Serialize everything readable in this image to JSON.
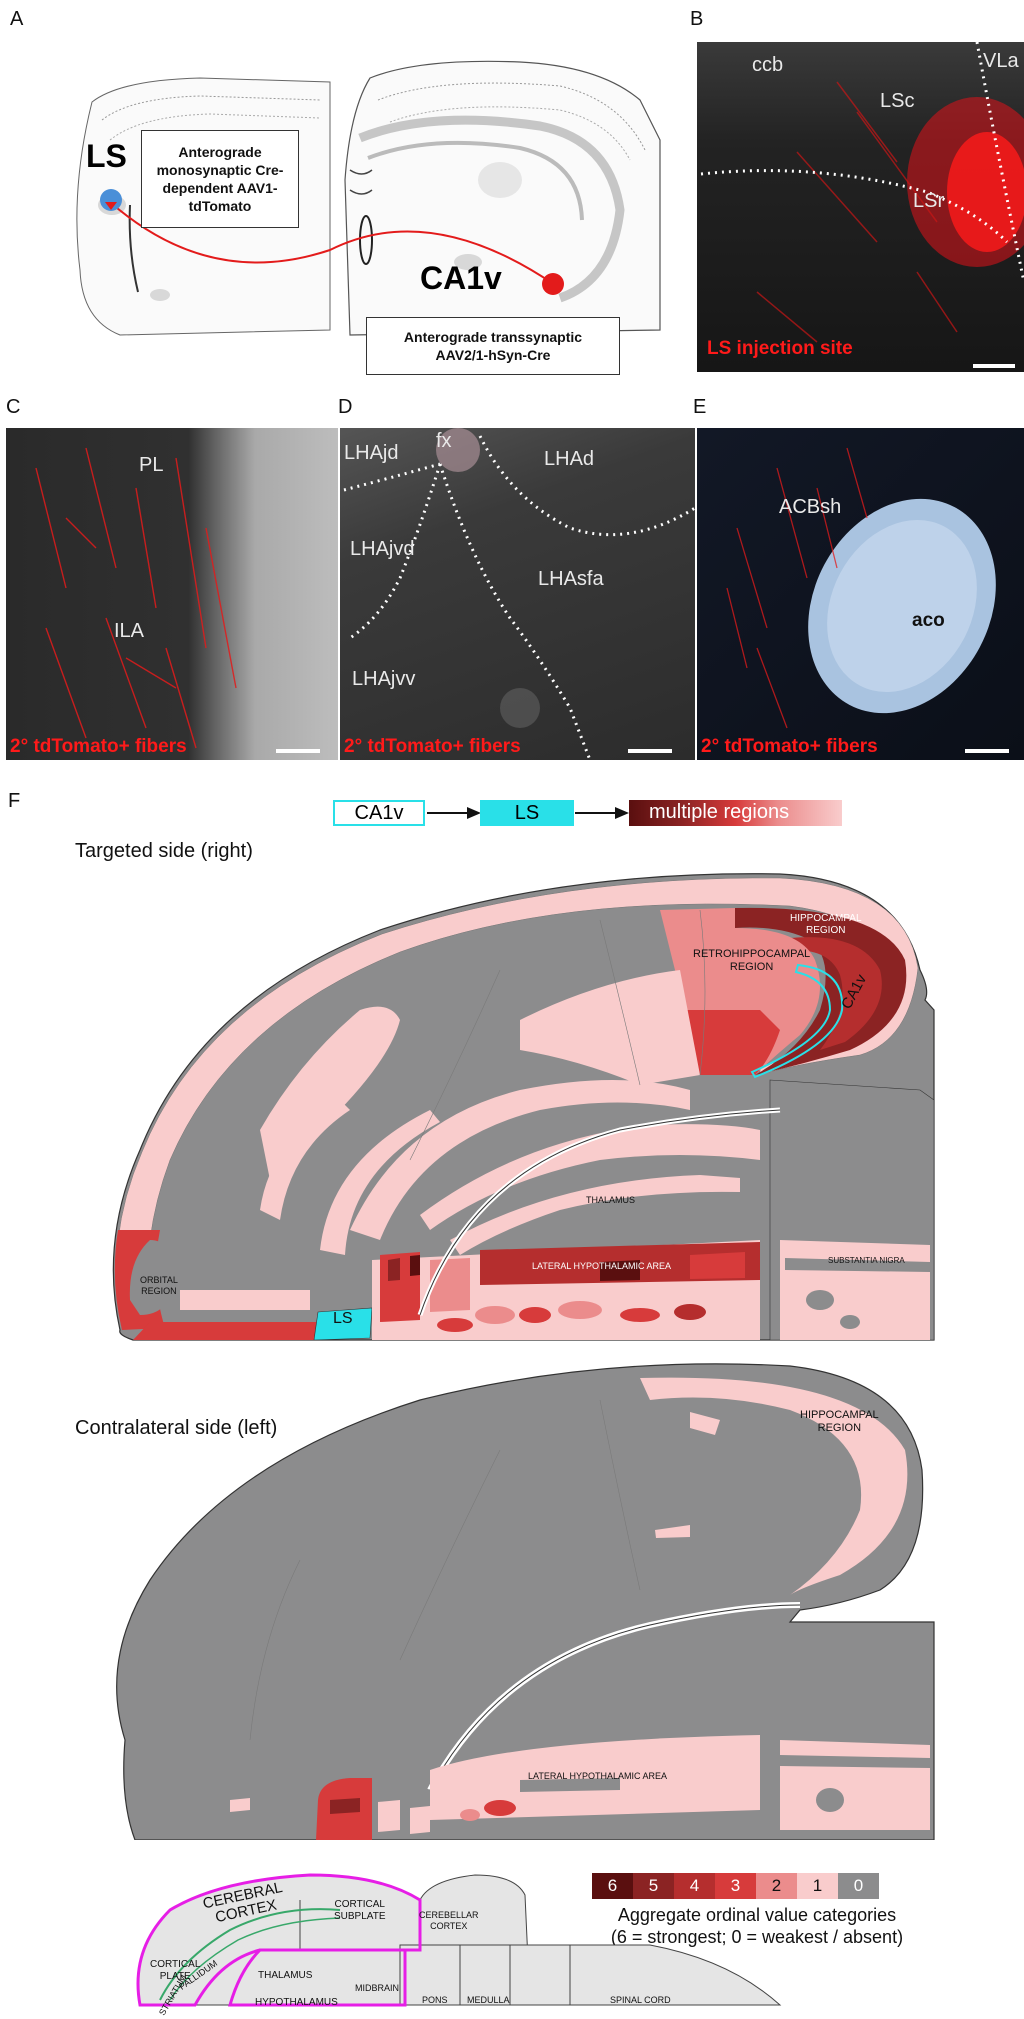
{
  "panels": {
    "a": "A",
    "b": "B",
    "c": "C",
    "d": "D",
    "e": "E",
    "f": "F"
  },
  "panel_a": {
    "ls_label": "LS",
    "ca1v_label": "CA1v",
    "box_ls_lines": [
      "Anterograde",
      "monosynaptic Cre-",
      "dependent AAV1-",
      "tdTomato"
    ],
    "box_ca1v_lines": [
      "Anterograde transsynaptic",
      "AAV2/1-hSyn-Cre"
    ],
    "colors": {
      "injection_ls": "#4a8fd8",
      "injection_ca1v": "#e31b1b",
      "path": "#e31b1b"
    }
  },
  "panel_b": {
    "labels": [
      "ccb",
      "VLa",
      "LSc",
      "LSr"
    ],
    "caption": "LS injection site"
  },
  "panel_c": {
    "labels": [
      "PL",
      "ILA"
    ],
    "caption": "2° tdTomato+ fibers"
  },
  "panel_d": {
    "labels": [
      "fx",
      "LHAjd",
      "LHAd",
      "LHAjvd",
      "LHAsfa",
      "LHAjvv"
    ],
    "caption": "2° tdTomato+ fibers"
  },
  "panel_e": {
    "labels": [
      "ACBsh",
      "aco"
    ],
    "caption": "2° tdTomato+ fibers"
  },
  "panel_f": {
    "flow": {
      "source": "CA1v",
      "relay": "LS",
      "target": "multiple regions"
    },
    "targeted_title": "Targeted side (right)",
    "contralateral_title": "Contralateral side (left)",
    "targeted_labels": {
      "hippocampal": [
        "HIPPOCAMPAL",
        "REGION"
      ],
      "retro": [
        "RETROHIPPOCAMPAL",
        "REGION"
      ],
      "ca1v": "CA1v",
      "thalamus": "THALAMUS",
      "lha": "LATERAL HYPOTHALAMIC AREA",
      "orbital": [
        "ORBITAL",
        "REGION"
      ],
      "sn": "SUBSTANTIA NIGRA",
      "ls": "LS"
    },
    "contra_labels": {
      "hippocampal": [
        "HIPPOCAMPAL",
        "REGION"
      ],
      "lha": "LATERAL HYPOTHALAMIC AREA"
    },
    "colors": {
      "gray": "#8c8c8d",
      "c1": "#f9cccc",
      "c2": "#eb8c8c",
      "c3": "#d73b3b",
      "c4": "#b52e2e",
      "c5": "#8b2323",
      "c6": "#5a0f0f",
      "cyan": "#29e0e8",
      "magenta": "#e61ee6",
      "green": "#38a86a"
    }
  },
  "legend": {
    "categories": [
      "6",
      "5",
      "4",
      "3",
      "2",
      "1",
      "0"
    ],
    "colors": [
      "#5a0f0f",
      "#8b2323",
      "#b52e2e",
      "#d73b3b",
      "#eb8c8c",
      "#f9cccc",
      "#8c8c8d"
    ],
    "title": "Aggregate ordinal value categories",
    "note": "(6 = strongest; 0 = weakest / absent)"
  },
  "schematic": {
    "cerebral_cortex": [
      "CEREBRAL",
      "CORTEX"
    ],
    "cortical_subplate": [
      "CORTICAL",
      "SUBPLATE"
    ],
    "cortical_plate": [
      "CORTICAL",
      "PLATE"
    ],
    "cerebellar_cortex": [
      "CEREBELLAR",
      "CORTEX"
    ],
    "pallidum": "PALLIDUM",
    "striatum": "STRIATUM",
    "thalamus": "THALAMUS",
    "hypothalamus": "HYPOTHALAMUS",
    "midbrain": "MIDBRAIN",
    "pons": "PONS",
    "medulla": "MEDULLA",
    "spinal_cord": "SPINAL CORD"
  }
}
